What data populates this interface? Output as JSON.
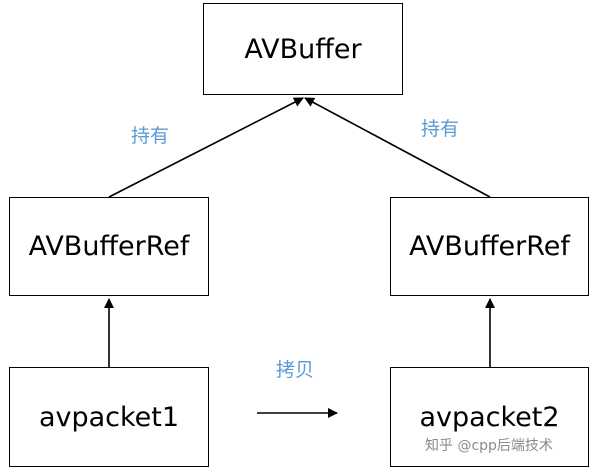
{
  "boxes": {
    "avbuffer": "AVBuffer",
    "ref_left": "AVBufferRef",
    "ref_right": "AVBufferRef",
    "packet_left": "avpacket1",
    "packet_right": "avpacket2"
  },
  "labels": {
    "hold_left": "持有",
    "hold_right": "持有",
    "copy": "拷贝"
  },
  "watermark": "知乎 @cpp后端技术",
  "colors": {
    "label": "#5b9bd5",
    "line": "#000000"
  }
}
